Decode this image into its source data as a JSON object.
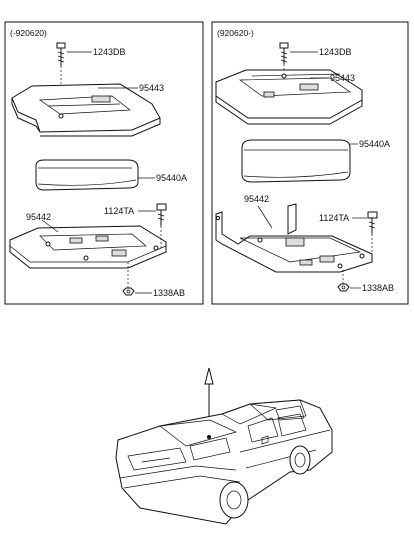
{
  "left_panel": {
    "range_label": "(-920620)",
    "labels": {
      "bolt": "1243DB",
      "cover": "95443",
      "unit": "95440A",
      "bracket": "95442",
      "bolt2": "1124TA",
      "nut": "1338AB"
    }
  },
  "right_panel": {
    "range_label": "(920620-)",
    "labels": {
      "bolt": "1243DB",
      "cover": "95443",
      "unit": "95440A",
      "bracket": "95442",
      "bolt2": "1124TA",
      "nut": "1338AB"
    }
  }
}
